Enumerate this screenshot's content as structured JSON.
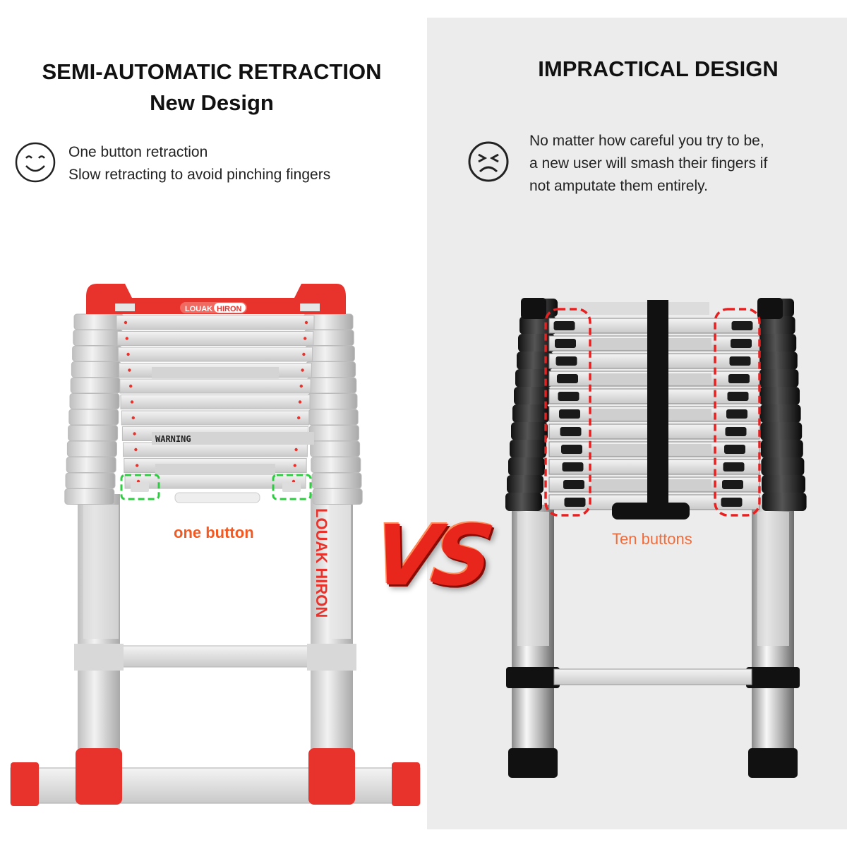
{
  "left": {
    "title_line1": "SEMI-AUTOMATIC RETRACTION",
    "title_line2": "New Design",
    "desc_line1": "One button retraction",
    "desc_line2": "Slow retracting to avoid pinching fingers",
    "face_icon": "smiley-face-icon",
    "callout": "one button",
    "callout_color": "#f15a22",
    "brand": "LOUAK HIRON",
    "brand_a": "LOUAK",
    "brand_b": "HIRON",
    "warning": "WARNING",
    "accent": "#e8332c"
  },
  "right": {
    "title": "IMPRACTICAL DESIGN",
    "desc_line1": "No matter how careful you try to be,",
    "desc_line2": "a new user will smash their fingers if",
    "desc_line3": "not amputate them entirely.",
    "face_icon": "sad-face-icon",
    "callout": "Ten buttons",
    "callout_color": "#f26b3a"
  },
  "vs": "VS"
}
